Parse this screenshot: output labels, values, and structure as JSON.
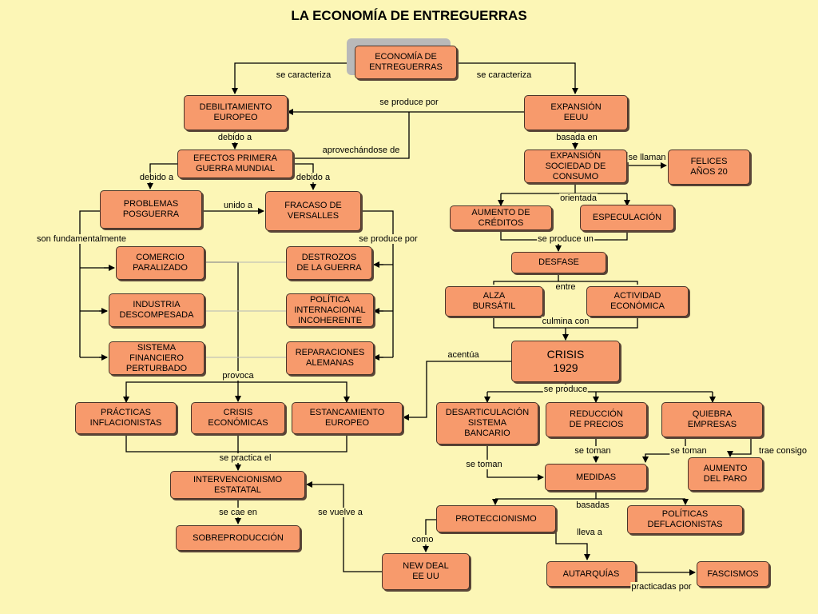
{
  "title": "LA ECONOMÍA DE ENTREGUERRAS",
  "nodes": {
    "root": "ECONOMÍA DE\nENTREGUERRAS",
    "debilitamiento": "DEBILITAMIENTO\nEUROPEO",
    "expansion_eeuu": "EXPANSIÓN\nEEUU",
    "efectos": "EFECTOS PRIMERA\nGUERRA MUNDIAL",
    "expansion_sociedad": "EXPANSIÓN\nSOCIEDAD DE\nCONSUMO",
    "felices": "FELICES\nAÑOS 20",
    "problemas": "PROBLEMAS\nPOSGUERRA",
    "fracaso": "FRACASO DE\nVERSALLES",
    "aumento_creditos": "AUMENTO DE\nCRÉDITOS",
    "especulacion": "ESPECULACIÓN",
    "comercio": "COMERCIO\nPARALIZADO",
    "destrozos": "DESTROZOS\nDE LA GUERRA",
    "desfase": "DESFASE",
    "industria": "INDUSTRIA\nDESCOMPESADA",
    "politica_internacional": "POLÍTICA\nINTERNACIONAL\nINCOHERENTE",
    "alza": "ALZA\nBURSÁTIL",
    "actividad": "ACTIVIDAD\nECONÓMICA",
    "sistema": "SISTEMA\nFINANCIERO\nPERTURBADO",
    "reparaciones": "REPARACIONES\nALEMANAS",
    "crisis1929": "CRISIS\n1929",
    "practicas": "PRÁCTICAS\nINFLACIONISTAS",
    "crisis_economicas": "CRISIS\nECONÓMICAS",
    "estancamiento": "ESTANCAMIENTO\nEUROPEO",
    "desarticulacion": "DESARTICULACIÓN\nSISTEMA\nBANCARIO",
    "reduccion": "REDUCCIÓN\nDE PRECIOS",
    "quiebra": "QUIEBRA\nEMPRESAS",
    "intervencionismo": "INTERVENCIONISMO\nESTATATAL",
    "medidas": "MEDIDAS",
    "aumento_paro": "AUMENTO\nDEL PARO",
    "proteccionismo": "PROTECCIONISMO",
    "politicas_deflacionistas": "POLÍTICAS\nDEFLACIONISTAS",
    "sobreproduccion": "SOBREPRODUCCIÓN",
    "new_deal": "NEW DEAL\nEE UU",
    "autarquias": "AUTARQUÍAS",
    "fascismos": "FASCISMOS"
  },
  "labels": {
    "se_caracteriza_l": "se caracteriza",
    "se_caracteriza_r": "se caracteriza",
    "se_produce_por_top": "se produce por",
    "debido_a_1": "debido a",
    "basada_en": "basada en",
    "aprovechandose_de": "aprovechándose de",
    "se_llaman": "se llaman",
    "debido_a_2": "debido a",
    "debido_a_3": "debido a",
    "orientada": "orientada",
    "unido_a": "unido a",
    "son_fundamentalmente": "son fundamentalmente",
    "se_produce_por_mid": "se produce por",
    "se_produce_un": "se produce un",
    "entre": "entre",
    "culmina_con": "culmina con",
    "acentua": "acentúa",
    "provoca": "provoca",
    "se_produce": "se produce",
    "se_practica_el": "se practica el",
    "se_toman_1": "se toman",
    "se_toman_2": "se toman",
    "se_toman_3": "se toman",
    "trae_consigo": "trae consigo",
    "basadas": "basadas",
    "se_cae_en": "se cae en",
    "se_vuelve_a": "se vuelve a",
    "lleva_a": "lleva a",
    "como": "como",
    "practicadas_por": "practicadas por"
  },
  "colors": {
    "background": "#fcf6b6",
    "node_fill": "#f79a6c",
    "line": "#000000"
  }
}
